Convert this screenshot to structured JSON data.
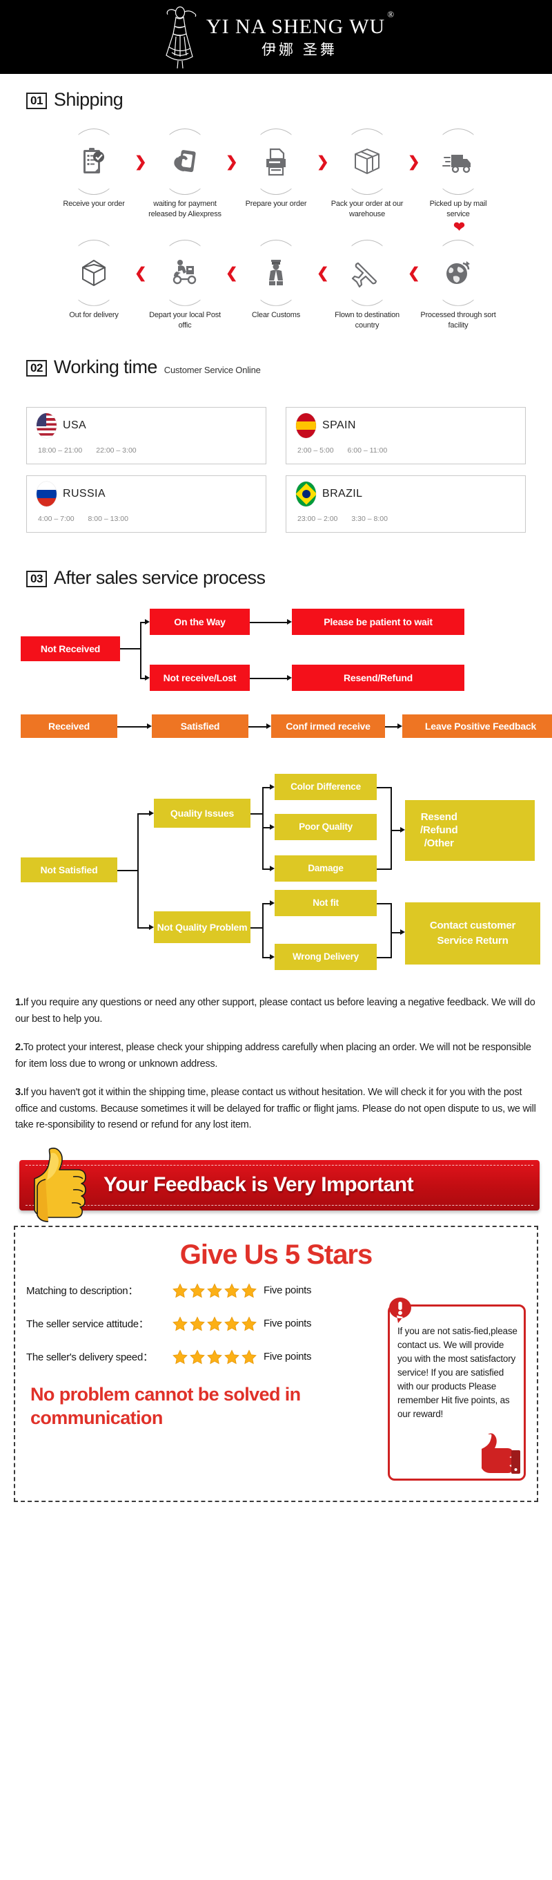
{
  "header": {
    "brand_en": "YI NA SHENG WU",
    "brand_reg": "®",
    "brand_cn": "伊娜 圣舞",
    "logo_icon": "dancer-logo-icon"
  },
  "shipping": {
    "number": "01",
    "title": "Shipping",
    "row1": [
      {
        "icon": "clipboard-check-icon",
        "label": "Receive your order"
      },
      {
        "icon": "hand-card-icon",
        "label": "waiting for payment released by Aliexpress"
      },
      {
        "icon": "printer-icon",
        "label": "Prepare your order"
      },
      {
        "icon": "package-box-icon",
        "label": "Pack your order at our warehouse"
      },
      {
        "icon": "delivery-truck-icon",
        "label": "Picked up by mail service"
      }
    ],
    "row2": [
      {
        "icon": "open-box-icon",
        "label": "Out for delivery"
      },
      {
        "icon": "scooter-courier-icon",
        "label": "Depart your local Post offic"
      },
      {
        "icon": "customs-officer-icon",
        "label": "Clear Customs"
      },
      {
        "icon": "airplane-icon",
        "label": "Flown to destination country"
      },
      {
        "icon": "globe-arrow-icon",
        "label": "Processed through sort facility"
      }
    ],
    "forward_chevron": "❯",
    "back_chevron": "❮",
    "down_chevron": "❤"
  },
  "working_time": {
    "number": "02",
    "title": "Working time",
    "subtitle": "Customer Service Online",
    "cards": [
      {
        "flag": "flag-usa-icon",
        "country": "USA",
        "slots": [
          "18:00 – 21:00",
          "22:00 – 3:00"
        ]
      },
      {
        "flag": "flag-spain-icon",
        "country": "SPAIN",
        "slots": [
          "2:00 – 5:00",
          "6:00 – 11:00"
        ]
      },
      {
        "flag": "flag-russia-icon",
        "country": "RUSSIA",
        "slots": [
          "4:00 – 7:00",
          "8:00 – 13:00"
        ]
      },
      {
        "flag": "flag-brazil-icon",
        "country": "BRAZIL",
        "slots": [
          "23:00 – 2:00",
          "3:30 – 8:00"
        ]
      }
    ]
  },
  "after_sales": {
    "number": "03",
    "title": "After sales service process",
    "colors": {
      "red": "#f4101a",
      "orange": "#ee7523",
      "yellow": "#ddc824"
    },
    "red_flow": {
      "root": "Not Received",
      "branch_top": "On the Way",
      "branch_top_result": "Please be patient to wait",
      "branch_bottom": "Not receive/Lost",
      "branch_bottom_result": "Resend/Refund"
    },
    "orange_flow": [
      "Received",
      "Satisfied",
      "Conf irmed receive",
      "Leave Positive Feedback"
    ],
    "yellow_flow": {
      "root": "Not Satisfied",
      "quality_issues": "Quality Issues",
      "quality_children": [
        "Color Difference",
        "Poor Quality",
        "Damage"
      ],
      "quality_result": "Resend\n/Refund\n/Other",
      "not_quality": "Not Quality Problem",
      "not_quality_children": [
        "Not fit",
        "Wrong Delivery"
      ],
      "not_quality_result": "Contact customer Service Return"
    }
  },
  "notes": [
    {
      "num": "1.",
      "text": "If you require any questions or need any other support, please contact us before leaving a negative feedback. We will do our best to help you."
    },
    {
      "num": "2.",
      "text": "To protect your interest, please check your shipping address carefully when placing an order. We will not be responsible for item loss due to wrong or unknown address."
    },
    {
      "num": "3.",
      "text": "If you haven't got it within the shipping time, please contact us without hesitation. We will check it for you with the post office and customs. Because sometimes it will be delayed for traffic or flight jams. Please do not open dispute to us, we will take re-sponsibility to resend or refund for any lost item."
    }
  ],
  "feedback_banner": {
    "text": "Your Feedback is Very Important",
    "icon": "thumbs-up-icon",
    "color": "#d2111a"
  },
  "stars": {
    "title": "Give Us 5 Stars",
    "title_color": "#e03129",
    "star_count": 5,
    "rows": [
      {
        "label": "Matching to description：",
        "points": "Five points"
      },
      {
        "label": "The seller service attitude：",
        "points": "Five points"
      },
      {
        "label": "The seller's delivery speed：",
        "points": "Five points"
      }
    ],
    "slogan": "No problem cannot be solved in communication",
    "warning": {
      "icon": "exclamation-bubble-icon",
      "thumb_icon": "thumbs-up-red-icon",
      "text": "If you are not satis-fied,please contact us. We will provide you with the most satisfactory service! If you are satisfied with our products Please remember Hit five points, as our reward!"
    }
  }
}
